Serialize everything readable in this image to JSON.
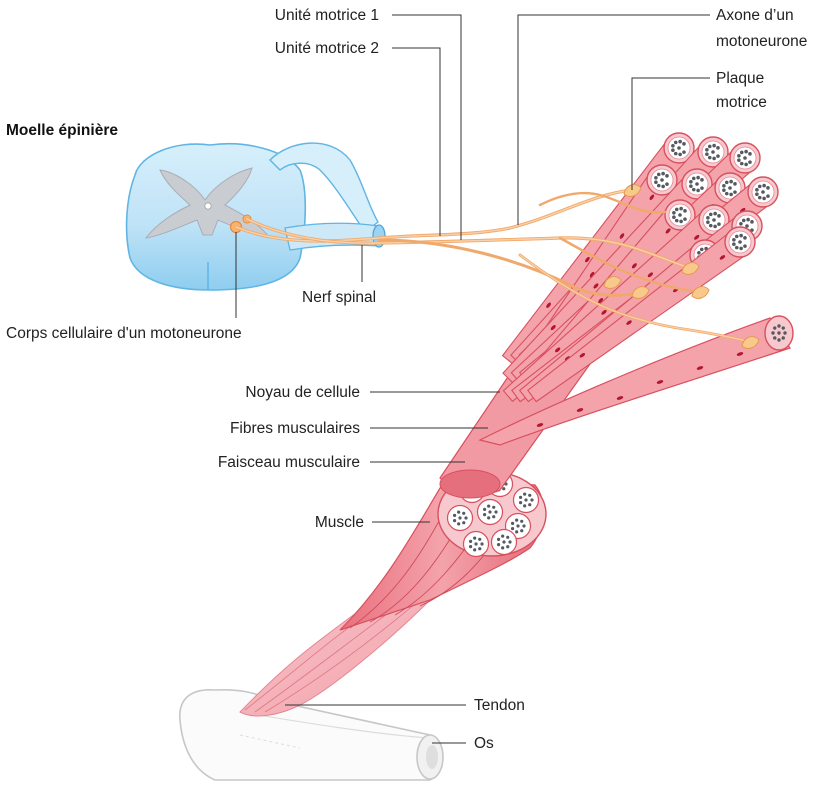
{
  "labels": {
    "motor_unit_1": "Unité motrice 1",
    "motor_unit_2": "Unité motrice 2",
    "axon_line1": "Axone d’un",
    "axon_line2": "motoneurone",
    "plate_line1": "Plaque",
    "plate_line2": "motrice",
    "spinal_cord": "Moelle épinière",
    "spinal_nerve": "Nerf spinal",
    "cell_body": "Corps cellulaire d'un motoneurone",
    "cell_nucleus": "Noyau de cellule",
    "muscle_fibers": "Fibres musculaires",
    "muscle_bundle": "Faisceau musculaire",
    "muscle": "Muscle",
    "tendon": "Tendon",
    "bone": "Os"
  },
  "colors": {
    "spinal_cord_fill": "#bfe3f7",
    "spinal_cord_edge": "#5fb5e4",
    "grey_matter": "#c9ccd0",
    "muscle_fill": "#f4a3ab",
    "muscle_edge": "#d8505e",
    "fiber_end": "#f7c9ce",
    "nucleus": "#b3162e",
    "axon": "#f6b683",
    "motor_plate": "#f9c98c",
    "bone_edge": "#c7c7c7"
  }
}
